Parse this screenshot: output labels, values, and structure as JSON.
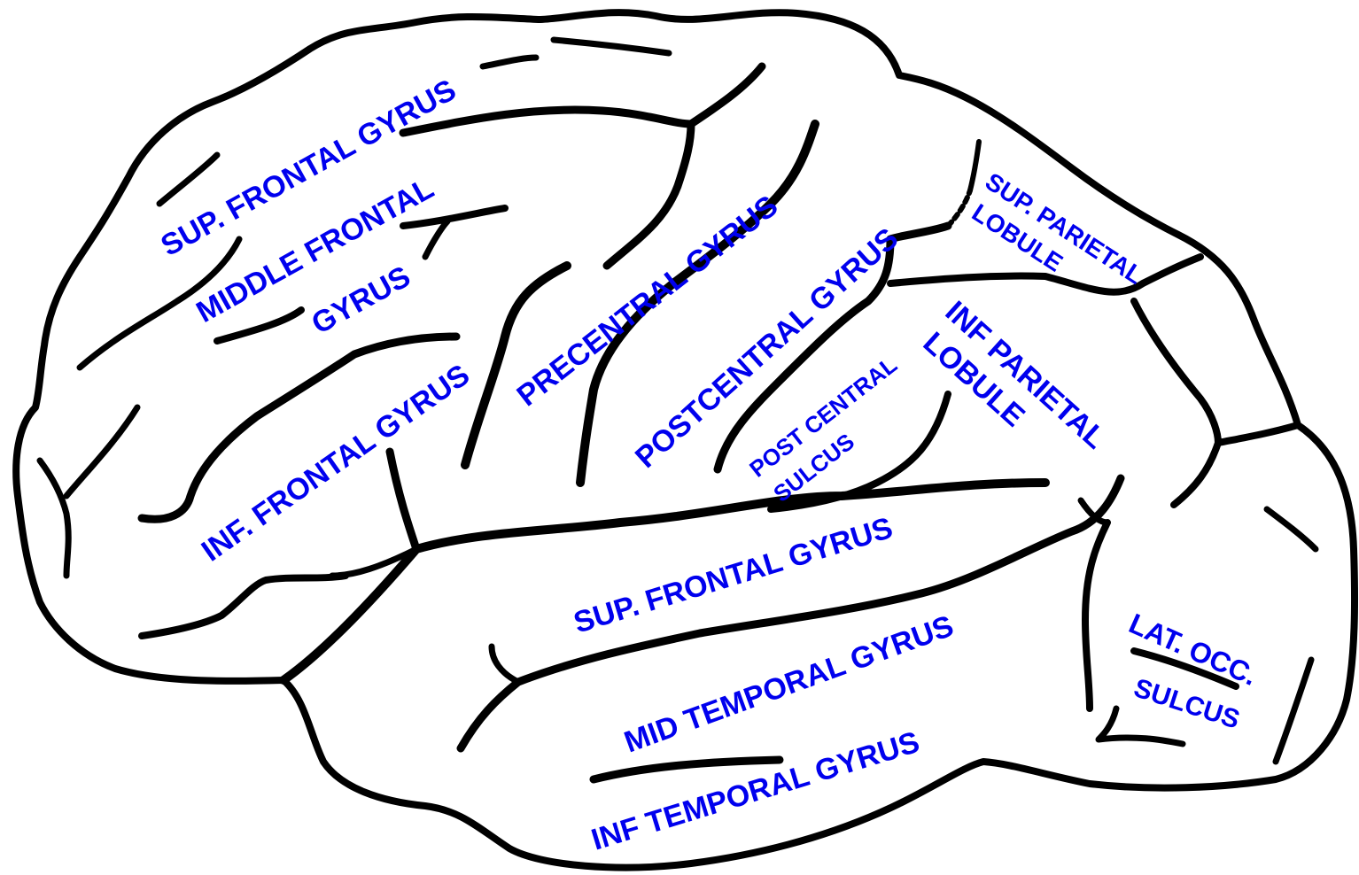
{
  "colors": {
    "outline": "#000000",
    "label": "#0000ee",
    "background": "#ffffff"
  },
  "labels": {
    "sup_frontal_gyrus": "SUP. FRONTAL GYRUS",
    "middle_frontal_1": "MIDDLE FRONTAL",
    "middle_frontal_2": "GYRUS",
    "inf_frontal_gyrus": "INF. FRONTAL GYRUS",
    "precentral_gyrus": "PRECENTRAL GYRUS",
    "postcentral_gyrus": "POSTCENTRAL GYRUS",
    "post_central_sulcus_1": "POST CENTRAL",
    "post_central_sulcus_2": "SULCUS",
    "sup_parietal_1": "SUP. PARIETAL",
    "sup_parietal_2": "LOBULE",
    "inf_parietal_1": "INF PARIETAL",
    "inf_parietal_2": "LOBULE",
    "sup_frontal_gyrus_temporal": "SUP. FRONTAL GYRUS",
    "mid_temporal_gyrus": "MID TEMPORAL GYRUS",
    "inf_temporal_gyrus": "INF TEMPORAL GYRUS",
    "lat_occ_1": "LAT. OCC.",
    "lat_occ_2": "SULCUS"
  }
}
